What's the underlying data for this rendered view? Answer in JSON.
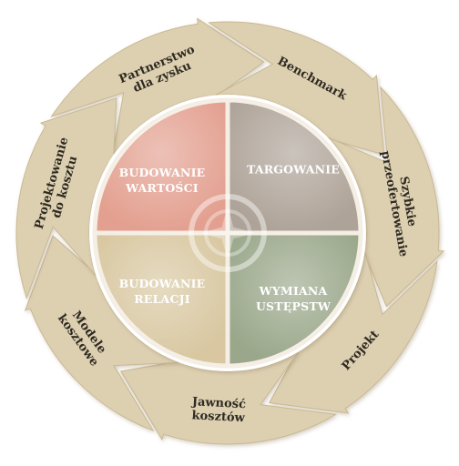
{
  "cycle_steps": [
    {
      "lines": [
        "Partnerstwo",
        "dla zysku"
      ]
    },
    {
      "lines": [
        "Benchmark"
      ]
    },
    {
      "lines": [
        "Szybkie",
        "przeofertowanie"
      ]
    },
    {
      "lines": [
        "Projekt"
      ]
    },
    {
      "lines": [
        "Jawność",
        "kosztów"
      ]
    },
    {
      "lines": [
        "Modele",
        "kosztowe"
      ]
    },
    {
      "lines": [
        "Projektowanie",
        "do kosztu"
      ]
    }
  ],
  "quadrants": [
    {
      "lines": [
        "BUDOWANIE",
        "WARTOŚCI"
      ],
      "color": "#e3a090"
    },
    {
      "lines": [
        "TARGOWANIE"
      ],
      "color": "#aea398"
    },
    {
      "lines": [
        "WYMIANA",
        "USTĘPSTW"
      ],
      "color": "#9aa78a"
    },
    {
      "lines": [
        "BUDOWANIE",
        "RELACJI"
      ],
      "color": "#d8c7a0"
    }
  ],
  "colors": {
    "arrow_fill": "#ddd0b1",
    "arrow_stroke": "#c9b891",
    "hub_ring": "#ffffff",
    "divider": "#f4eee4"
  }
}
